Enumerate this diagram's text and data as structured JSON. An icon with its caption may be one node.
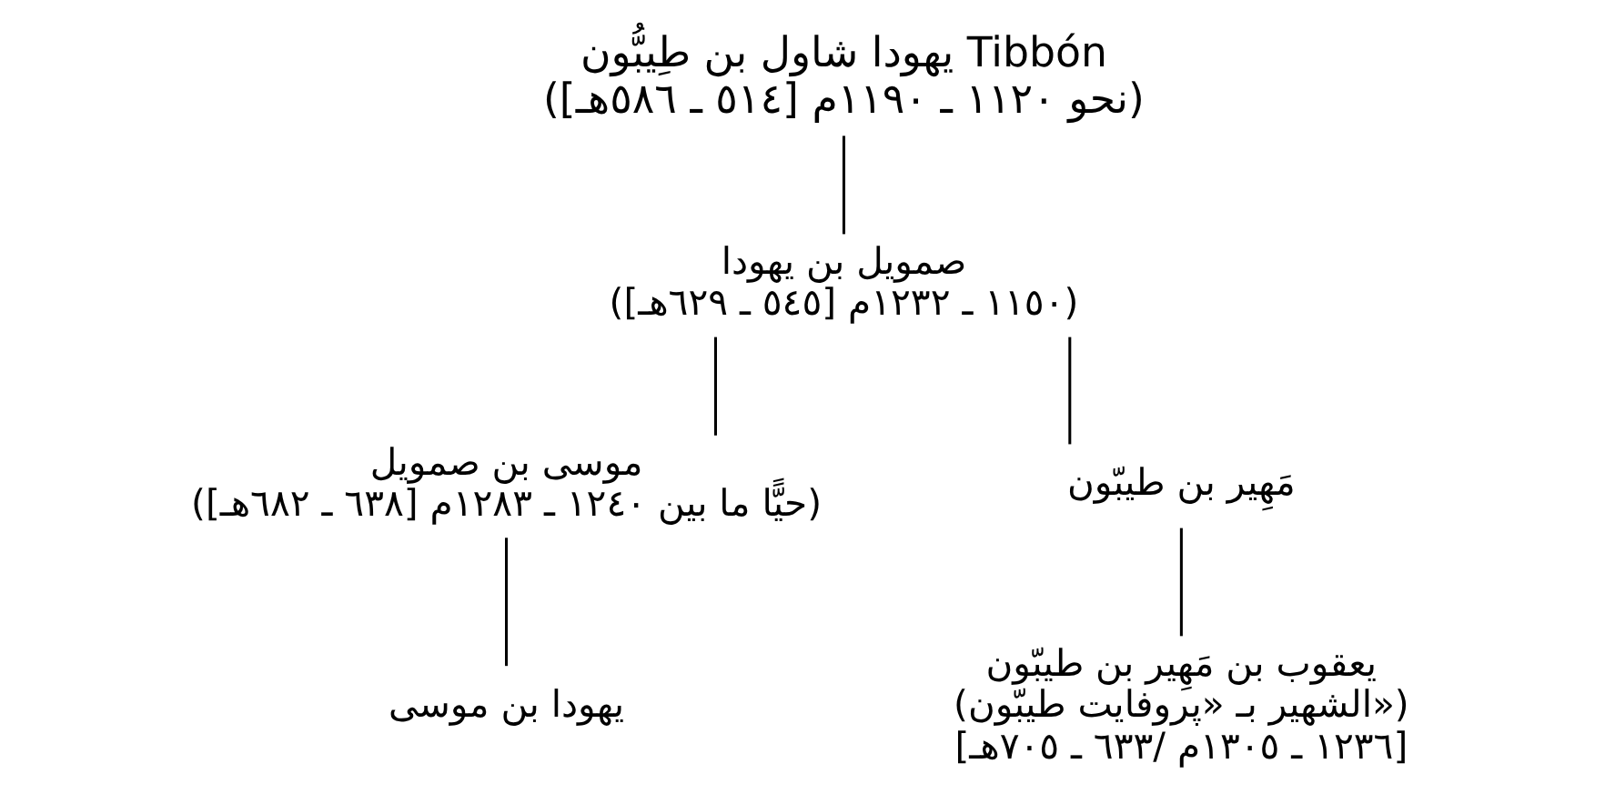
{
  "diagram": {
    "nodes": [
      {
        "text": [
          "يهودا شاول بن طِيبُّون Tibbón",
          "(نحو ١١٢٠ ـ ١١٩٠م [٥١٤ ـ ٥٨٦هـ])"
        ]
      },
      {
        "text": [
          "صمويل بن يهودا",
          "(١١٥٠ ـ ١٢٣٢م [٥٤٥ ـ ٦٢٩هـ])"
        ]
      },
      {
        "text": [
          "موسى بن صمويل",
          "(حيًّا ما بين ١٢٤٠ ـ ١٢٨٣م [٦٣٨ ـ ٦٨٢هـ])"
        ]
      },
      {
        "text": [
          "مَهِير بن طيبّون"
        ]
      },
      {
        "text": [
          "يهودا بن موسى"
        ]
      },
      {
        "text": [
          "يعقوب بن مَهِير بن طيبّون",
          "(الشهير بـ «پروفايت طيبّون»)",
          "[١٢٣٦ ـ ١٣٠٥م /٦٣٣ ـ ٧٠٥هـ]"
        ]
      }
    ],
    "edges": [
      {
        "from": 0,
        "to": 1,
        "arrow": "none"
      },
      {
        "from": 1,
        "to": 2,
        "arrow": "none"
      },
      {
        "from": 1,
        "to": 3,
        "arrow": "none"
      },
      {
        "from": 2,
        "to": 4,
        "arrow": "none"
      },
      {
        "from": 3,
        "to": 5,
        "arrow": "none"
      }
    ]
  }
}
